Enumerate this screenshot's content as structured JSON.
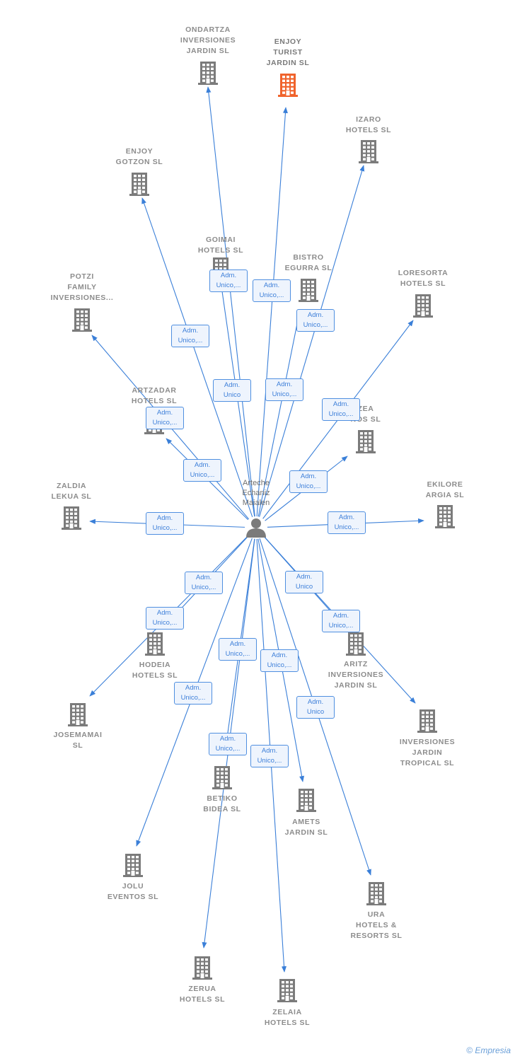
{
  "center": {
    "label": "Arteche\nEchaniz\nMaialen"
  },
  "colors": {
    "edge": "#3a7fd8",
    "building": "#7b7b7b",
    "highlight": "#f0632c"
  },
  "companies": [
    {
      "id": "ondartza",
      "label": "ONDARTZA\nINVERSIONES\nJARDIN  SL"
    },
    {
      "id": "enjoy-turist",
      "label": "ENJOY\nTURIST\nJARDIN  SL",
      "highlight": true
    },
    {
      "id": "izaro",
      "label": "IZARO\nHOTELS  SL"
    },
    {
      "id": "enjoy-gotzon",
      "label": "ENJOY\nGOTZON  SL"
    },
    {
      "id": "goimai",
      "label": "GOIMAI\nHOTELS  SL"
    },
    {
      "id": "bistro",
      "label": "BISTRO\nEGURRA  SL"
    },
    {
      "id": "loresorta",
      "label": "LORESORTA\nHOTELS  SL"
    },
    {
      "id": "potzi",
      "label": "POTZI\nFAMILY\nINVERSIONES..."
    },
    {
      "id": "artzadar",
      "label": "ARTZADAR\nHOTELS  SL"
    },
    {
      "id": "zea",
      "label": "ZEA\nNOS  SL"
    },
    {
      "id": "zaldia",
      "label": "ZALDIA\nLEKUA  SL"
    },
    {
      "id": "ekilore",
      "label": "EKILORE\nARGIA  SL"
    },
    {
      "id": "hodeia",
      "label": "HODEIA\nHOTELS  SL"
    },
    {
      "id": "aritz",
      "label": "ARITZ\nINVERSIONES\nJARDIN  SL"
    },
    {
      "id": "josemamai",
      "label": "JOSEMAMAI\nSL"
    },
    {
      "id": "inversiones-tropical",
      "label": "INVERSIONES\nJARDIN\nTROPICAL SL"
    },
    {
      "id": "betiko",
      "label": "BETIKO\nBIDEA  SL"
    },
    {
      "id": "amets",
      "label": "AMETS\nJARDIN  SL"
    },
    {
      "id": "jolu",
      "label": "JOLU\nEVENTOS  SL"
    },
    {
      "id": "ura",
      "label": "URA\nHOTELS &\nRESORTS  SL"
    },
    {
      "id": "zerua",
      "label": "ZERUA\nHOTELS  SL"
    },
    {
      "id": "zelaia",
      "label": "ZELAIA\nHOTELS  SL"
    }
  ],
  "relations": [
    {
      "to": "ondartza",
      "label": "Adm.\nUnico"
    },
    {
      "to": "enjoy-turist",
      "label": "Adm.\nUnico,..."
    },
    {
      "to": "izaro",
      "label": "Adm.\nUnico,..."
    },
    {
      "to": "enjoy-gotzon",
      "label": "Adm.\nUnico,..."
    },
    {
      "to": "goimai",
      "label": "Adm.\nUnico,..."
    },
    {
      "to": "bistro",
      "label": "Adm.\nUnico,..."
    },
    {
      "to": "loresorta",
      "label": "Adm.\nUnico,..."
    },
    {
      "to": "potzi",
      "label": "Adm.\nUnico,..."
    },
    {
      "to": "artzadar",
      "label": "Adm.\nUnico,..."
    },
    {
      "to": "zea",
      "label": "Adm.\nUnico,..."
    },
    {
      "to": "zaldia",
      "label": "Adm.\nUnico,..."
    },
    {
      "to": "ekilore",
      "label": "Adm.\nUnico,..."
    },
    {
      "to": "hodeia",
      "label": "Adm.\nUnico,..."
    },
    {
      "to": "aritz",
      "label": "Adm.\nUnico"
    },
    {
      "to": "josemamai",
      "label": "Adm.\nUnico,..."
    },
    {
      "to": "inversiones-tropical",
      "label": "Adm.\nUnico,..."
    },
    {
      "to": "betiko",
      "label": "Adm.\nUnico,..."
    },
    {
      "to": "amets",
      "label": "Adm.\nUnico,..."
    },
    {
      "to": "jolu",
      "label": "Adm.\nUnico,..."
    },
    {
      "to": "ura",
      "label": "Adm.\nUnico"
    },
    {
      "to": "zerua",
      "label": "Adm.\nUnico,..."
    },
    {
      "to": "zelaia",
      "label": "Adm.\nUnico,..."
    }
  ],
  "footer": {
    "copyright": "©",
    "brand": "Empresia"
  }
}
